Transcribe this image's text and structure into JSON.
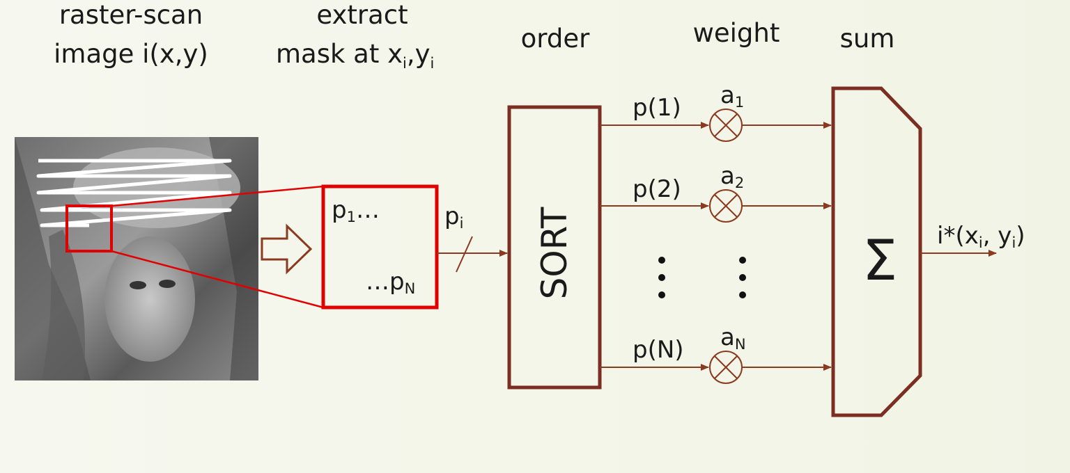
{
  "headers": {
    "raster_line1": "raster-scan",
    "raster_line2": "image i(x,y)",
    "extract_line1": "extract",
    "extract_line2_main": "mask at x",
    "extract_sub_i": "i",
    "extract_comma": ",y",
    "order": "order",
    "weight": "weight",
    "sum": "sum"
  },
  "mask": {
    "p1_main": "p",
    "p1_sub": "1",
    "p1_tail": "…",
    "pn_lead": "…p",
    "pn_sub": "N"
  },
  "input_label": {
    "main": "p",
    "sub": "i"
  },
  "sort_label": "SORT",
  "branches": [
    {
      "label": "p(1)",
      "weight_main": "a",
      "weight_sub": "1"
    },
    {
      "label": "p(2)",
      "weight_main": "a",
      "weight_sub": "2"
    },
    {
      "label": "p(N)",
      "weight_main": "a",
      "weight_sub": "N"
    }
  ],
  "sum_symbol": "Σ",
  "output": {
    "pre": "i*(x",
    "sub1": "i",
    "mid": ", y",
    "sub2": "i",
    "post": ")"
  },
  "colors": {
    "wire": "#8a3a1e",
    "block": "#7b2e22",
    "mask_box": "#e00000",
    "background": "#f3f5e9"
  }
}
